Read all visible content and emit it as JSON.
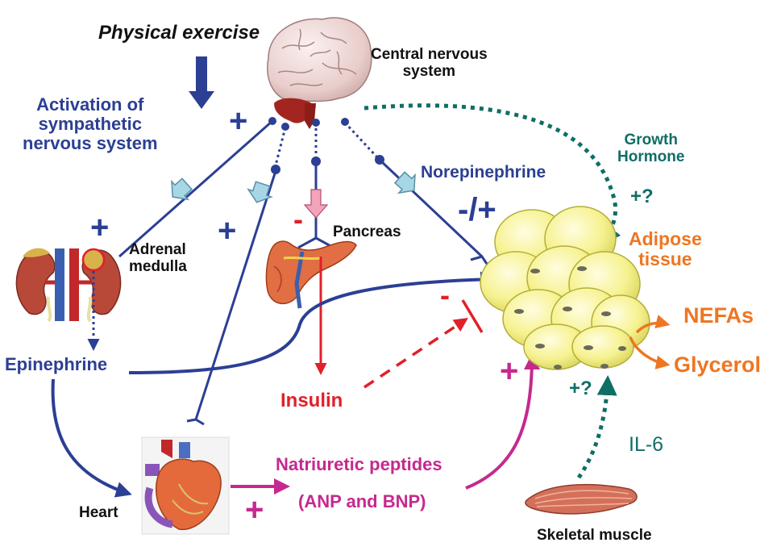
{
  "labels": {
    "physical_exercise": "Physical exercise",
    "cns": "Central nervous\nsystem",
    "sympathetic": "Activation of\nsympathetic\nnervous system",
    "growth_hormone": "Growth\nHormone",
    "norepinephrine": "Norepinephrine",
    "adrenal_medulla": "Adrenal\nmedulla",
    "pancreas": "Pancreas",
    "adipose": "Adipose\ntissue",
    "nefas": "NEFAs",
    "glycerol": "Glycerol",
    "epinephrine": "Epinephrine",
    "insulin": "Insulin",
    "il6": "IL-6",
    "natriuretic": "Natriuretic peptides",
    "anp_bnp": "(ANP and BNP)",
    "heart": "Heart",
    "skeletal_muscle": "Skeletal muscle"
  },
  "signs": {
    "cns_plus": "+",
    "adrenal_plus": "+",
    "heart_nerve_plus": "+",
    "pancreas_minus": "-",
    "norepi_effect": "-/+",
    "gh_effect": "+?",
    "insulin_minus": "-",
    "np_plus": "+",
    "heart_plus": "+",
    "il6_effect": "+?"
  },
  "colors": {
    "nerve_blue": "#2b3f94",
    "insulin_red": "#e0202a",
    "peptide_magenta": "#c5298f",
    "hormone_teal": "#0f6e66",
    "lipolysis_orange": "#ee7623",
    "adipocyte_yellow": "#f3f08a"
  },
  "icons": [
    "brain-icon",
    "kidney-icon",
    "pancreas-icon",
    "heart-icon",
    "skeletal-muscle-icon",
    "adipose-cells-icon"
  ]
}
